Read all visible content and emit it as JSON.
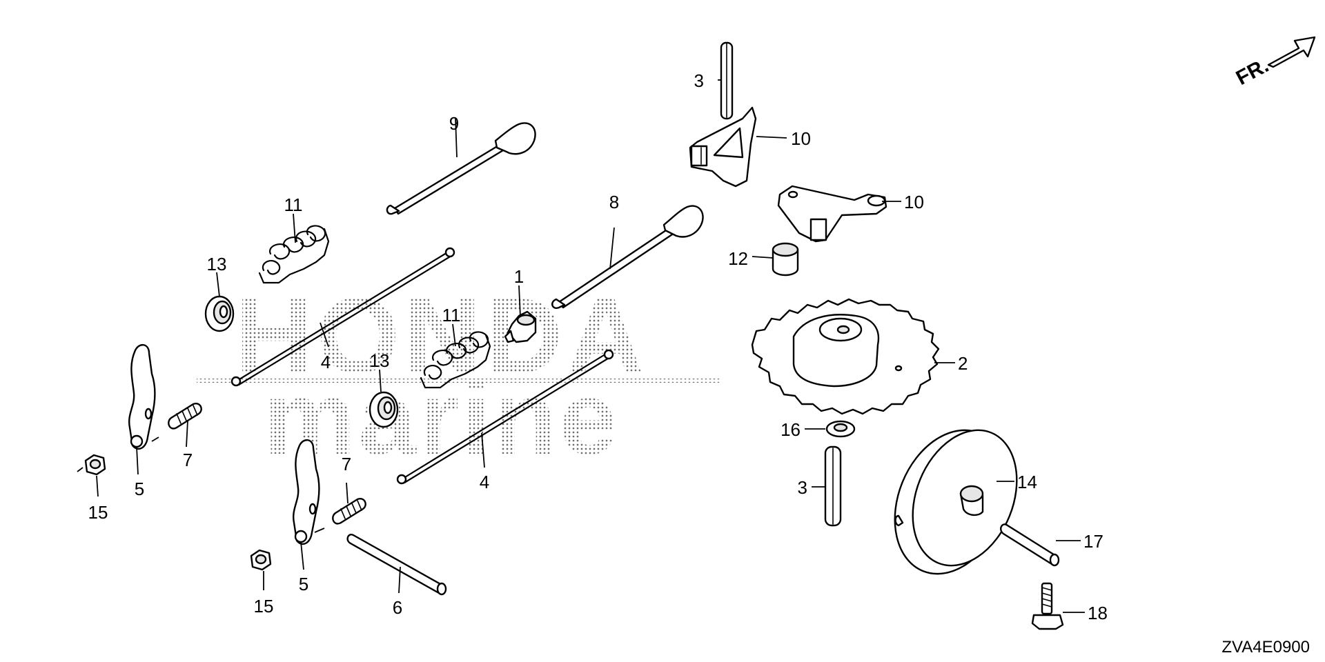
{
  "watermark": {
    "line1": "HONDA",
    "line2": "marine"
  },
  "direction_label": "FR.",
  "diagram_code": "ZVA4E0900",
  "callouts": [
    {
      "id": "c1",
      "text": "1"
    },
    {
      "id": "c2",
      "text": "2"
    },
    {
      "id": "c3a",
      "text": "3"
    },
    {
      "id": "c3b",
      "text": "3"
    },
    {
      "id": "c4a",
      "text": "4"
    },
    {
      "id": "c4b",
      "text": "4"
    },
    {
      "id": "c5a",
      "text": "5"
    },
    {
      "id": "c5b",
      "text": "5"
    },
    {
      "id": "c6",
      "text": "6"
    },
    {
      "id": "c7a",
      "text": "7"
    },
    {
      "id": "c7b",
      "text": "7"
    },
    {
      "id": "c8",
      "text": "8"
    },
    {
      "id": "c9",
      "text": "9"
    },
    {
      "id": "c10a",
      "text": "10"
    },
    {
      "id": "c10b",
      "text": "10"
    },
    {
      "id": "c11a",
      "text": "11"
    },
    {
      "id": "c11b",
      "text": "11"
    },
    {
      "id": "c12",
      "text": "12"
    },
    {
      "id": "c13a",
      "text": "13"
    },
    {
      "id": "c13b",
      "text": "13"
    },
    {
      "id": "c14",
      "text": "14"
    },
    {
      "id": "c15a",
      "text": "15"
    },
    {
      "id": "c15b",
      "text": "15"
    },
    {
      "id": "c16",
      "text": "16"
    },
    {
      "id": "c17",
      "text": "17"
    },
    {
      "id": "c18",
      "text": "18"
    }
  ]
}
